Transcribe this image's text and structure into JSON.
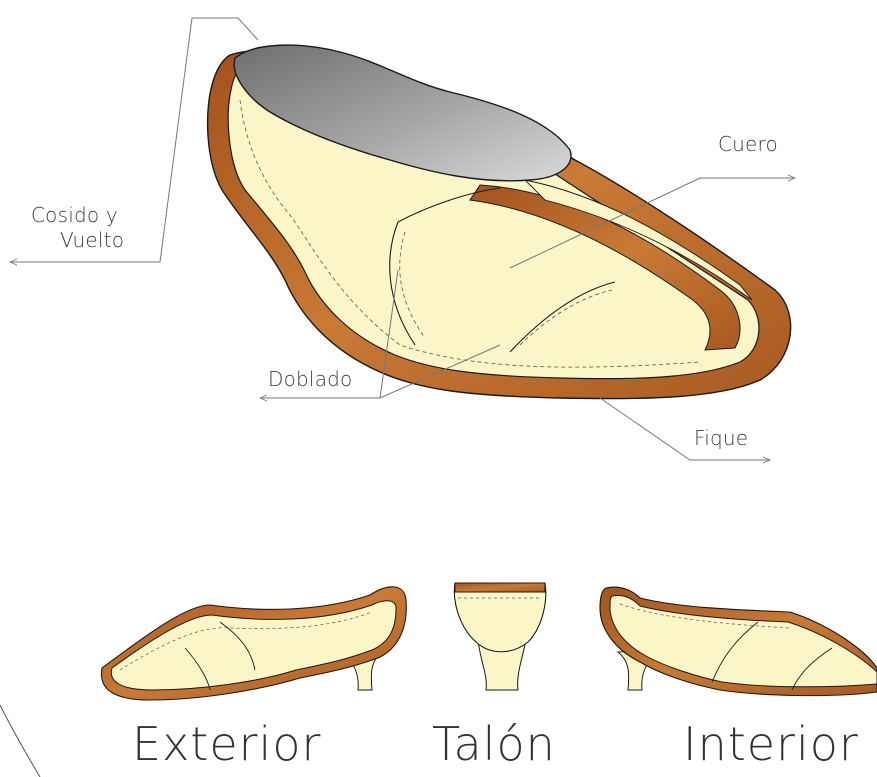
{
  "labels": {
    "cosido_line1": "Cosido y",
    "cosido_line2": "Vuelto",
    "cuero": "Cuero",
    "doblado": "Doblado",
    "fique": "Fique"
  },
  "views": {
    "exterior": "Exterior",
    "talon": "Talón",
    "interior": "Interior"
  },
  "colors": {
    "cream": "#fbf6c8",
    "leather": "#b8652a",
    "insole": "#8f8f8f",
    "outline": "#1a1a1a",
    "line": "#777777"
  }
}
